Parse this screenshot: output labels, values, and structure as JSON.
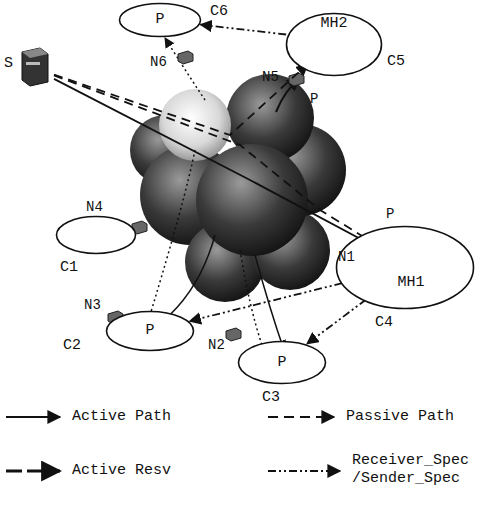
{
  "diagram": {
    "nodes": [
      {
        "text": [
          "P",
          "C6"
        ]
      },
      {
        "text": [
          "S"
        ]
      },
      {
        "text": [
          "C5"
        ]
      },
      {
        "text": [
          "MH2"
        ],
        "in": 2
      },
      {
        "text": [
          "C1"
        ]
      },
      {
        "text": [
          "C4"
        ]
      },
      {
        "text": [
          "MH1"
        ],
        "in": 5
      },
      {
        "text": [
          "P",
          "C2"
        ]
      },
      {
        "text": [
          "P",
          "C3"
        ]
      }
    ],
    "edges": [
      {
        "from": 1,
        "to": 6,
        "arrow": "to"
      },
      {
        "from": 1,
        "to": 6,
        "arrow": "to"
      },
      {
        "from": 1,
        "to": 3,
        "arrow": "to"
      },
      {
        "from": 3,
        "to": 0,
        "arrow": "to"
      },
      {
        "from": 6,
        "to": 7,
        "arrow": "to"
      },
      {
        "from": 6,
        "to": 8,
        "arrow": "to"
      }
    ],
    "labels": [
      "N6",
      "N5",
      "P",
      "N4",
      "N3",
      "N1",
      "P",
      "N2"
    ],
    "legend": [
      {
        "text": "Active Path"
      },
      {
        "text": "Passive Path"
      },
      {
        "text": "Active Resv"
      },
      {
        "text": "Receiver_Spec /Sender_Spec"
      }
    ]
  }
}
